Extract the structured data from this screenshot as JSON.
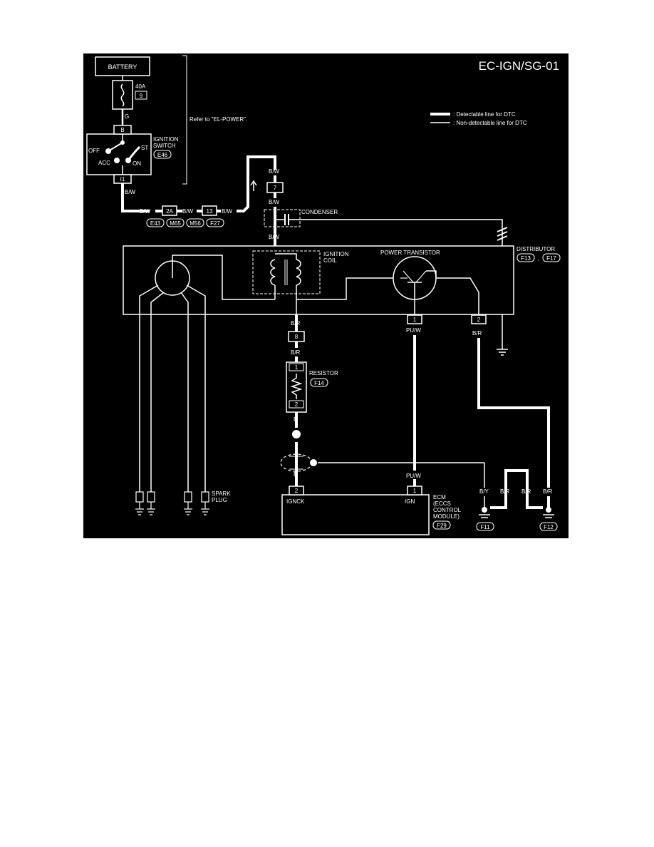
{
  "title": "EC-IGN/SG-01",
  "legend": {
    "detectable": ": Detectable line for DTC",
    "non_detectable": ": Non-detectable line for DTC"
  },
  "battery": "BATTERY",
  "fuse": {
    "rating": "40A",
    "number": "9"
  },
  "refer_note": "Refer to \"EL-POWER\".",
  "ignition_switch": {
    "label_line1": "IGNITION",
    "label_line2": "SWITCH",
    "code": "E46",
    "top_terminal": "B",
    "bottom_terminal": "I1",
    "pos_off": "OFF",
    "pos_acc": "ACC",
    "pos_on": "ON",
    "pos_st": "ST"
  },
  "wires": {
    "g": "G",
    "bw": "B/W",
    "br": "B/R",
    "b": "B",
    "puw": "PU/W",
    "by": "B/Y"
  },
  "connectors": {
    "c2a": "2A",
    "c13": "13",
    "c7": "7",
    "c8": "8",
    "e43": "E43",
    "m65": "M65",
    "m56": "M56",
    "f27": "F27"
  },
  "condenser": "CONDENSER",
  "distributor": {
    "label": "DISTRIBUTOR",
    "code1": "F13",
    "sep": ",",
    "code2": "F17"
  },
  "ignition_coil": {
    "line1": "IGNITION",
    "line2": "COIL"
  },
  "power_transistor": {
    "label": "POWER TRANSISTOR",
    "pin1": "1",
    "pin2": "2"
  },
  "resistor": {
    "label": "RESISTOR",
    "code": "F14",
    "pin1": "1",
    "pin2": "2"
  },
  "spark_plug": {
    "line1": "SPARK",
    "line2": "PLUG"
  },
  "ecm": {
    "line1": "ECM",
    "line2": "(ECCS",
    "line3": "CONTROL",
    "line4": "MODULE)",
    "code": "F29",
    "ignck": "IGNCK",
    "ign": "IGN",
    "pin2": "2",
    "pin1": "1"
  },
  "grounds": {
    "f11": "F11",
    "f12": "F12"
  }
}
